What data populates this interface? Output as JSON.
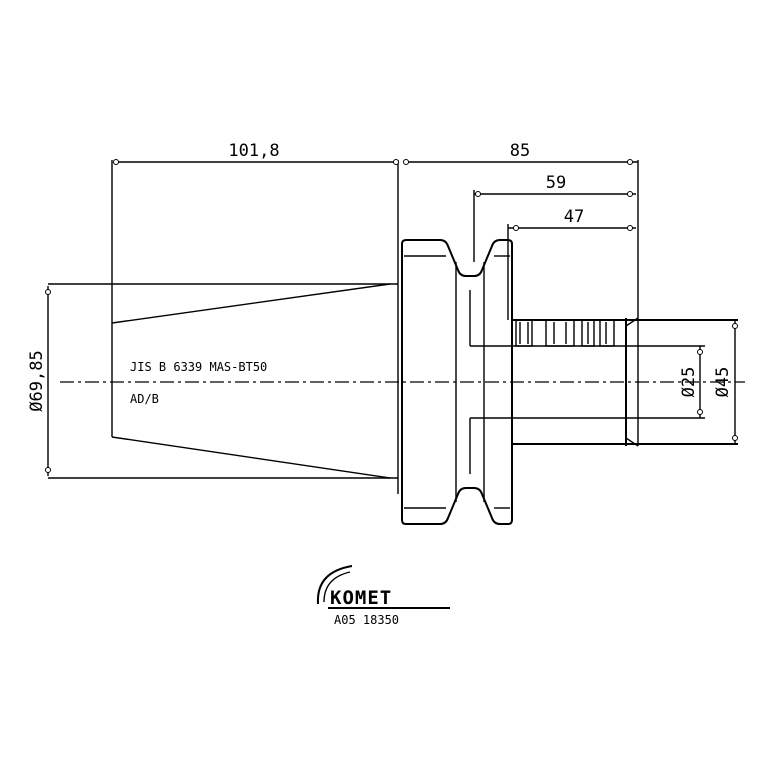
{
  "dimensions": {
    "taper_length": "101,8",
    "overall_length": "85",
    "length_59": "59",
    "length_47": "47",
    "flange_diameter": "Ø69,85",
    "bore_diameter": "Ø25",
    "outer_diameter": "Ø45"
  },
  "spec": {
    "standard": "JIS B 6339 MAS-BT50",
    "taper": "AD/B"
  },
  "brand": {
    "logo_text": "KOMET",
    "part_number": "A05 18350"
  }
}
